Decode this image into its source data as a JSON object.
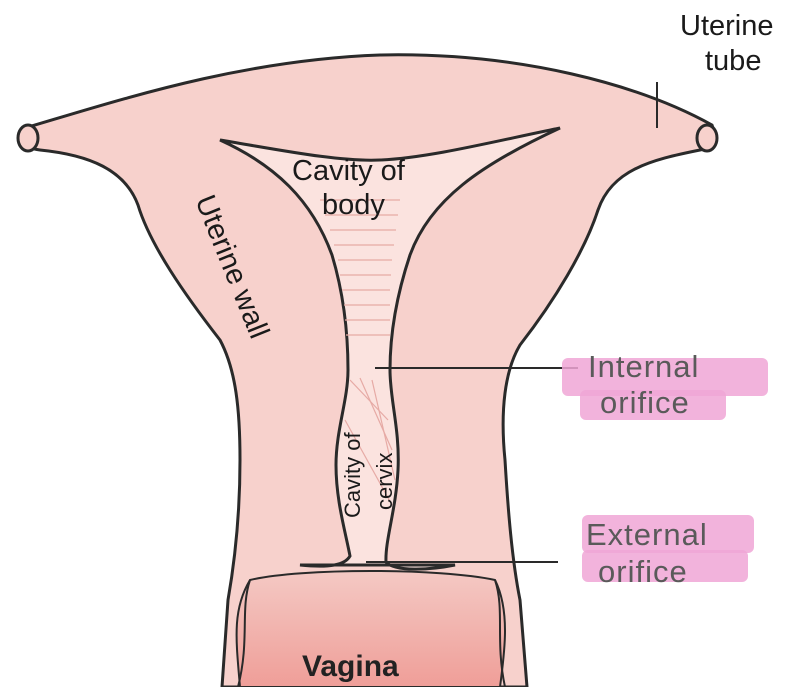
{
  "labels": {
    "uterine_tube_line1": "Uterine",
    "uterine_tube_line2": "tube",
    "cavity_body_line1": "Cavity of",
    "cavity_body_line2": "body",
    "uterine_wall": "Uterine wall",
    "internal_line1": "Internal",
    "internal_line2": "orifice",
    "cavity_cervix_line1": "Cavity of",
    "cavity_cervix_line2": "cervix",
    "external_line1": "External",
    "external_line2": "orifice",
    "vagina": "Vagina"
  },
  "colors": {
    "tissue": "#f7d1cc",
    "tissue_dark": "#eab2ac",
    "outline": "#2a2a2a",
    "highlight": "#f0a6d6",
    "vagina_fill": "#f2b9b4"
  }
}
